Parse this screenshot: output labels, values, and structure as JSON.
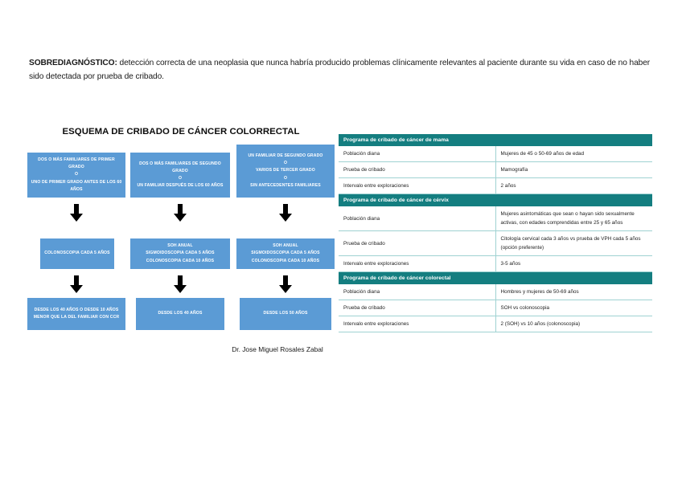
{
  "intro": {
    "term": "SOBREDIAGNÓSTICO:",
    "text": " detección correcta de una neoplasia que nunca habría producido problemas clínicamente relevantes al paciente durante su vida en caso de no haber sido detectada por prueba de cribado."
  },
  "diagram": {
    "title": "ESQUEMA DE CRIBADO DE CÁNCER COLORRECTAL",
    "credit": "Dr. Jose Miguel Rosales Zabal",
    "box_color": "#5b9bd5",
    "arrow_color": "#000000",
    "columns": [
      {
        "risk": [
          "DOS O MÁS FAMILIARES DE PRIMER GRADO",
          "O",
          "UNO DE PRIMER GRADO ANTES DE LOS 60 AÑOS"
        ],
        "test": [
          "COLONOSCOPIA CADA 5 AÑOS"
        ],
        "start": [
          "DESDE LOS 40 AÑOS O DESDE 10 AÑOS MENOR QUE LA DEL FAMILIAR CON CCR"
        ]
      },
      {
        "risk": [
          "DOS O MÁS FAMILIARES DE SEGUNDO GRADO",
          "O",
          "UN FAMILIAR DESPUÉS DE LOS 60 AÑOS"
        ],
        "test": [
          "SOH ANUAL",
          "SIGMOIDOSCOPIA CADA 5 AÑOS",
          "COLONOSCOPIA CADA 10 AÑOS"
        ],
        "start": [
          "DESDE LOS 40 AÑOS"
        ]
      },
      {
        "risk": [
          "UN FAMILIAR DE SEGUNDO GRADO",
          "O",
          "VARIOS DE TERCER GRADO",
          "O",
          "SIN ANTECEDENTES FAMILIARES"
        ],
        "test": [
          "SOH ANUAL",
          "SIGMOIDOSCOPIA CADA 5 AÑOS",
          "COLONOSCOPIA CADA 10 AÑOS"
        ],
        "start": [
          "DESDE LOS  50 AÑOS"
        ]
      }
    ]
  },
  "table": {
    "header_color": "#147e80",
    "sections": [
      {
        "title": "Programa de cribado de cáncer de mama",
        "rows": [
          {
            "key": "Población diana",
            "value": "Mujeres de 45 o 50-69 años de edad"
          },
          {
            "key": "Prueba de cribado",
            "value": "Mamografía"
          },
          {
            "key": "Intervalo entre exploraciones",
            "value": "2 años"
          }
        ]
      },
      {
        "title": "Programa de cribado de cáncer de cérvix",
        "rows": [
          {
            "key": "Población diana",
            "value": "Mujeres asintomáticas que sean o hayan sido sexualmente activas, con edades comprendidas entre 25 y 65 años"
          },
          {
            "key": "Prueba de cribado",
            "value": "Citología cervical cada 3 años vs prueba de VPH cada 5 años (opción preferente)"
          },
          {
            "key": "Intervalo entre exploraciones",
            "value": "3-5 años"
          }
        ]
      },
      {
        "title": "Programa de cribado de cáncer colorectal",
        "rows": [
          {
            "key": "Población diana",
            "value": "Hombres y mujeres de 50-69 años"
          },
          {
            "key": "Prueba de cribado",
            "value": "SOH vs colonoscopia"
          },
          {
            "key": "Intervalo entre exploraciones",
            "value": "2 (SOH) vs 10 años (colonoscopia)"
          }
        ]
      }
    ]
  }
}
